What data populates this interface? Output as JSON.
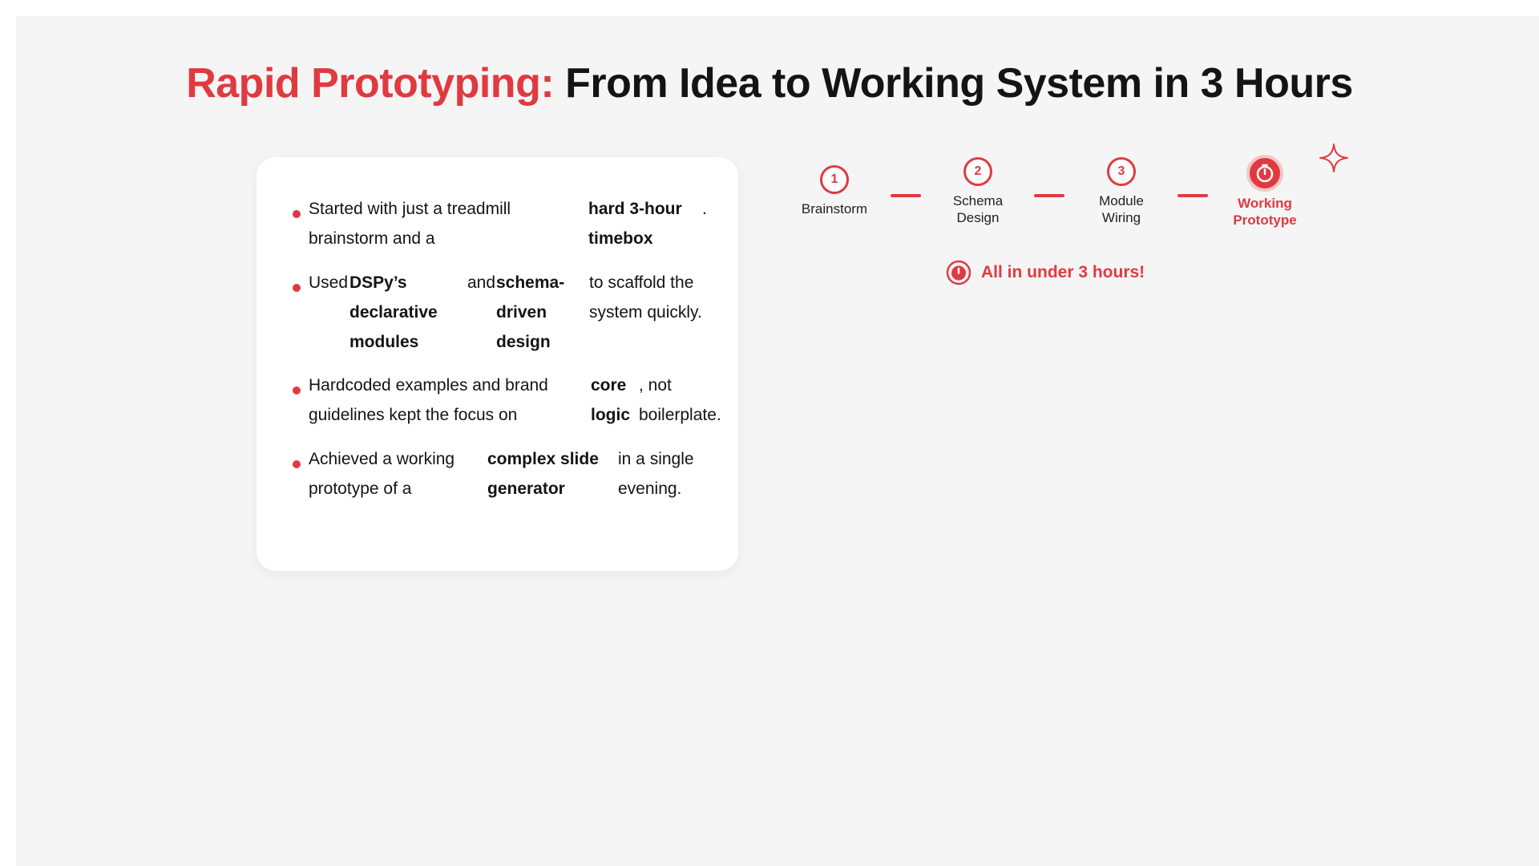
{
  "title": {
    "accent": "Rapid Prototyping:",
    "rest": "From Idea to Working System in 3 Hours"
  },
  "bullets": [
    {
      "parts": [
        "Started with just a treadmill brainstorm and a",
        "hard 3-hour timebox",
        "."
      ]
    },
    {
      "parts": [
        "Used",
        "DSPy’s declarative modules",
        "and",
        "schema-driven design",
        "to scaffold the system quickly."
      ]
    },
    {
      "parts": [
        "Hardcoded examples and brand guidelines kept the focus on",
        "core logic",
        ", not boilerplate."
      ]
    },
    {
      "parts": [
        "Achieved a working prototype of a",
        "complex slide generator",
        "in a single evening."
      ]
    }
  ],
  "timeline": {
    "steps": [
      {
        "number": "1",
        "label_line1": "Brainstorm",
        "label_line2": ""
      },
      {
        "number": "2",
        "label_line1": "Schema",
        "label_line2": "Design"
      },
      {
        "number": "3",
        "label_line1": "Module",
        "label_line2": "Wiring"
      },
      {
        "number": "",
        "label_line1": "Working",
        "label_line2": "Prototype",
        "icon": "stopwatch-icon"
      }
    ],
    "summary": "All in under 3 hours!"
  },
  "colors": {
    "accent": "#e03a41",
    "background": "#f5f5f5",
    "card": "#ffffff"
  },
  "icons": {
    "bullet": "dot-icon",
    "timer": "stopwatch-icon",
    "decor": "sparkle-icon"
  }
}
